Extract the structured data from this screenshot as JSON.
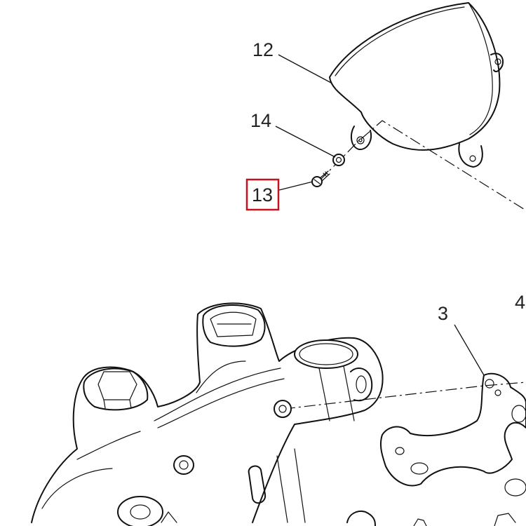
{
  "callouts": [
    {
      "id": "12",
      "label": "12"
    },
    {
      "id": "14",
      "label": "14"
    },
    {
      "id": "13",
      "label": "13",
      "highlighted": true
    },
    {
      "id": "3",
      "label": "3"
    },
    {
      "id": "4",
      "label": "4"
    }
  ],
  "colors": {
    "line": "#111111",
    "highlight_box": "#c8101e",
    "background": "#ffffff"
  }
}
